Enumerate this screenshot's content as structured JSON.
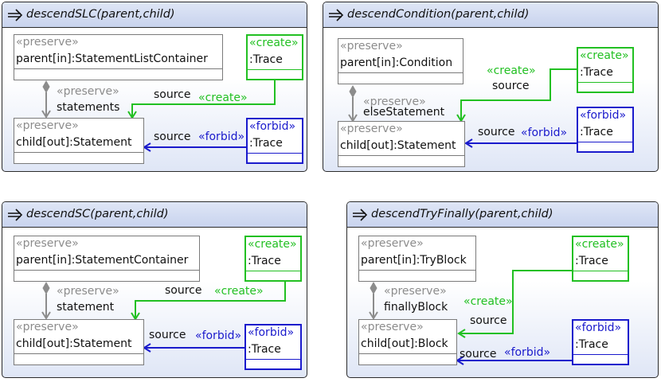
{
  "rules": [
    {
      "title": "descendSLC(parent,child)",
      "parent": {
        "stereotype": "«preserve»",
        "name": "parent[in]:StatementListContainer"
      },
      "trace_create": {
        "stereotype": "«create»",
        "name": ":Trace"
      },
      "child": {
        "stereotype": "«preserve»",
        "name": "child[out]:Statement"
      },
      "trace_forbid": {
        "stereotype": "«forbid»",
        "name": ":Trace"
      },
      "containment": {
        "stereotype": "«preserve»",
        "role": "statements"
      },
      "create_edge": {
        "role": "source",
        "stereotype": "«create»"
      },
      "forbid_edge": {
        "role": "source",
        "stereotype": "«forbid»"
      }
    },
    {
      "title": "descendCondition(parent,child)",
      "parent": {
        "stereotype": "«preserve»",
        "name": "parent[in]:Condition"
      },
      "trace_create": {
        "stereotype": "«create»",
        "name": ":Trace"
      },
      "child": {
        "stereotype": "«preserve»",
        "name": "child[out]:Statement"
      },
      "trace_forbid": {
        "stereotype": "«forbid»",
        "name": ":Trace"
      },
      "containment": {
        "stereotype": "«preserve»",
        "role": "elseStatement"
      },
      "create_edge": {
        "role": "source",
        "stereotype": "«create»"
      },
      "forbid_edge": {
        "role": "source",
        "stereotype": "«forbid»"
      }
    },
    {
      "title": "descendSC(parent,child)",
      "parent": {
        "stereotype": "«preserve»",
        "name": "parent[in]:StatementContainer"
      },
      "trace_create": {
        "stereotype": "«create»",
        "name": ":Trace"
      },
      "child": {
        "stereotype": "«preserve»",
        "name": "child[out]:Statement"
      },
      "trace_forbid": {
        "stereotype": "«forbid»",
        "name": ":Trace"
      },
      "containment": {
        "stereotype": "«preserve»",
        "role": "statement"
      },
      "create_edge": {
        "role": "source",
        "stereotype": "«create»"
      },
      "forbid_edge": {
        "role": "source",
        "stereotype": "«forbid»"
      }
    },
    {
      "title": "descendTryFinally(parent,child)",
      "parent": {
        "stereotype": "«preserve»",
        "name": "parent[in]:TryBlock"
      },
      "trace_create": {
        "stereotype": "«create»",
        "name": ":Trace"
      },
      "child": {
        "stereotype": "«preserve»",
        "name": "child[out]:Block"
      },
      "trace_forbid": {
        "stereotype": "«forbid»",
        "name": ":Trace"
      },
      "containment": {
        "stereotype": "«preserve»",
        "role": "finallyBlock"
      },
      "create_edge": {
        "role": "source",
        "stereotype": "«create»"
      },
      "forbid_edge": {
        "role": "source",
        "stereotype": "«forbid»"
      }
    }
  ],
  "colors": {
    "preserve": "#8c8c8c",
    "create": "#22c022",
    "forbid": "#1a1acc"
  },
  "icons": {
    "rule": "double-arrow-right-icon"
  }
}
